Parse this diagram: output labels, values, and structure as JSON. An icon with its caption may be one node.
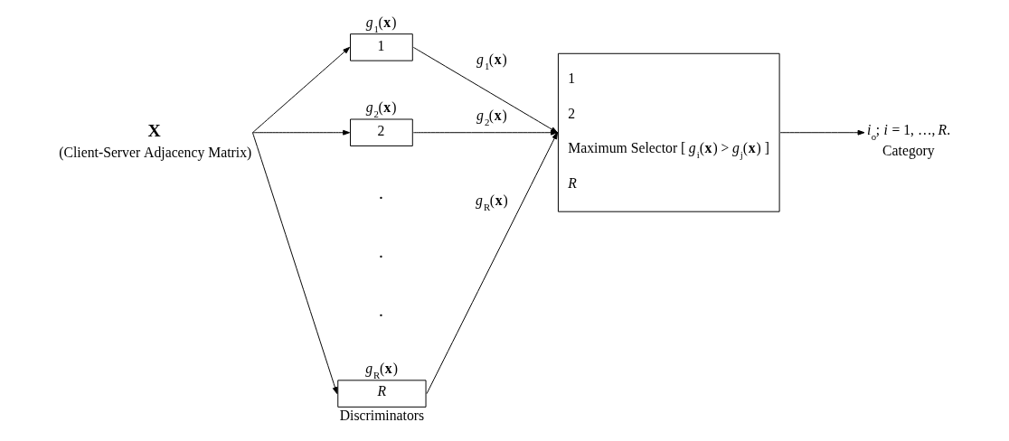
{
  "diagram": {
    "nodes": [
      {
        "text": [
          "X"
        ],
        "beside": [
          "(Client-Server Adjacency Matrix)"
        ]
      },
      {
        "text": [
          "1"
        ],
        "beside": [
          "*g*$_{1}$(**x**)"
        ]
      },
      {
        "text": [
          "2"
        ],
        "beside": [
          "*g*$_{2}$(**x**)"
        ]
      },
      {
        "text": [
          "*R*"
        ],
        "beside": [
          "*g*$_{R}$(**x**)",
          "Discriminators"
        ]
      },
      {
        "text": [
          "1",
          "2",
          "Maximum Selector [ *g*$_{i}$(**x**) > *g*$_{j}$(**x**) ]",
          "*R*"
        ]
      },
      {
        "text": [
          "*i*$_{o}$; *i* = 1, …, *R*."
        ],
        "beside": [
          "Category"
        ]
      }
    ],
    "edges": [
      {
        "from": 0,
        "to": 1,
        "arrow": "to"
      },
      {
        "from": 0,
        "to": 2,
        "arrow": "to"
      },
      {
        "from": 0,
        "to": 3,
        "arrow": "to"
      },
      {
        "from": 1,
        "to": 4,
        "arrow": "to",
        "label": "*g*$_{1}$(**x**)"
      },
      {
        "from": 2,
        "to": 4,
        "arrow": "to",
        "label": "*g*$_{2}$(**x**)"
      },
      {
        "from": 3,
        "to": 4,
        "arrow": "to",
        "label": "*g*$_{R}$(**x**)"
      },
      {
        "from": 4,
        "to": 5,
        "arrow": "to"
      }
    ],
    "labels": [
      ".",
      ".",
      "."
    ]
  }
}
